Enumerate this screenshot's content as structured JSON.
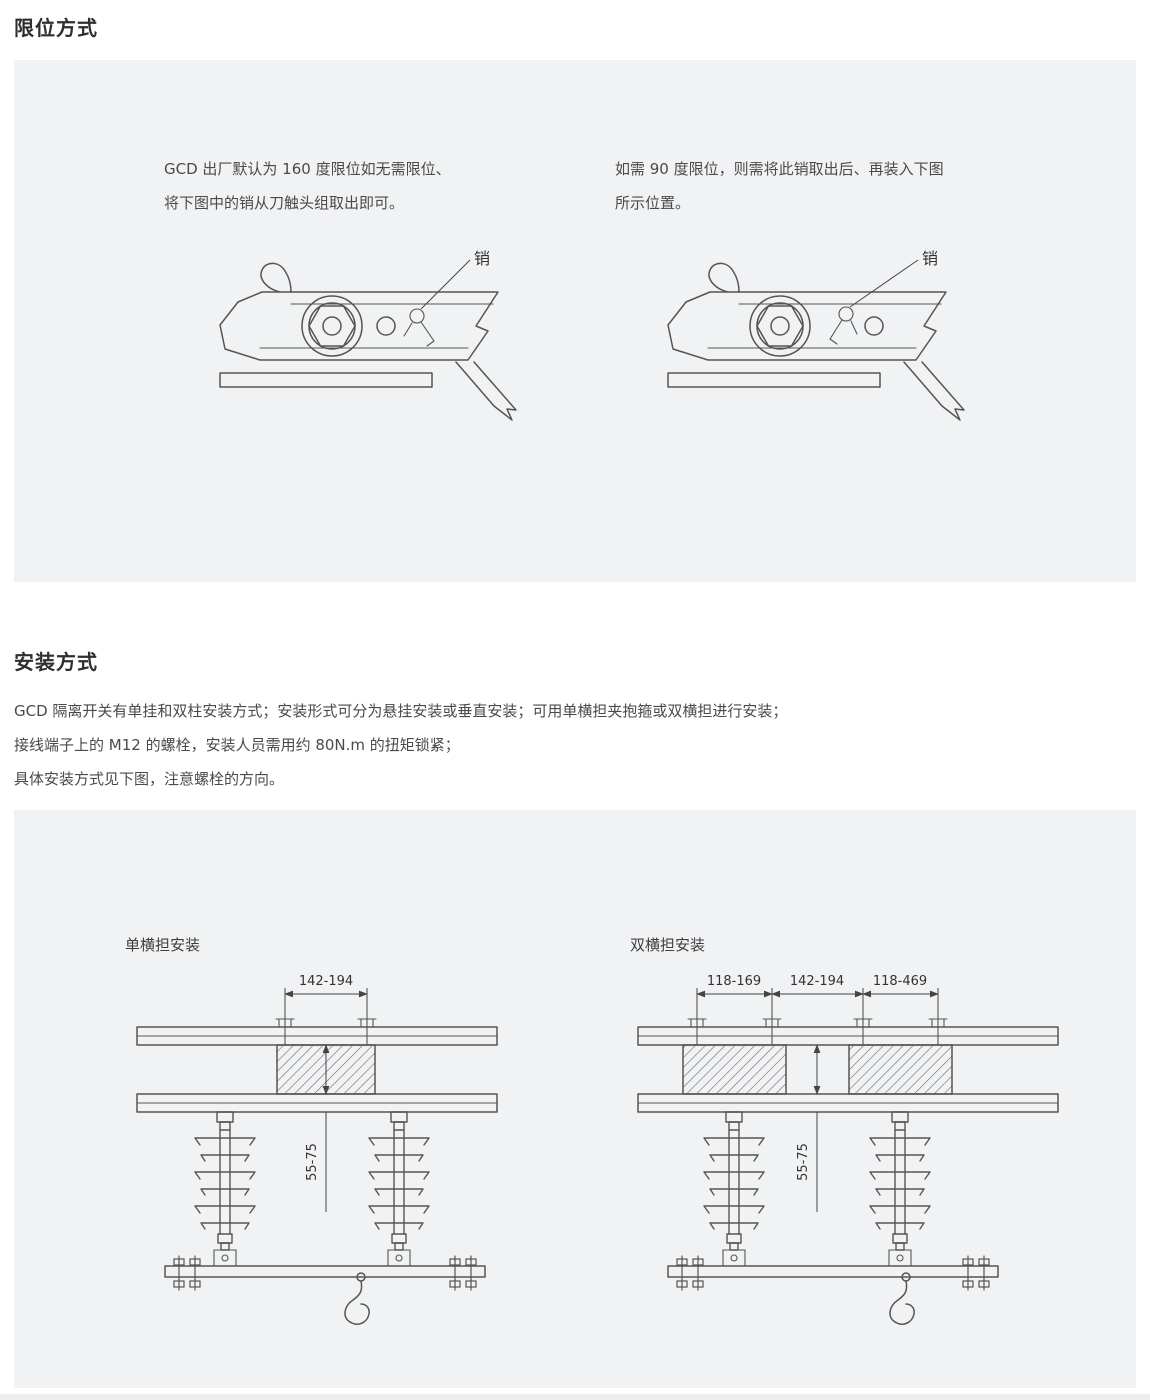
{
  "colors": {
    "panel_bg": "#f1f2f4",
    "heading": "#2f2f2f",
    "body_text": "#4a4a4a",
    "line": "#555555"
  },
  "limit_section": {
    "title": "限位方式",
    "left_note": {
      "line1": "GCD 出厂默认为 160 度限位如无需限位、",
      "line2": "将下图中的销从刀触头组取出即可。",
      "pin_label": "销"
    },
    "right_note": {
      "line1": "如需 90 度限位，则需将此销取出后、再装入下图",
      "line2": "所示位置。",
      "pin_label": "销"
    }
  },
  "install_section": {
    "title": "安装方式",
    "paragraph": [
      "GCD 隔离开关有单挂和双柱安装方式；安装形式可分为悬挂安装或垂直安装；可用单横担夹抱箍或双横担进行安装；",
      "接线端子上的 M12 的螺栓，安装人员需用约 80N.m 的扭矩锁紧；",
      "具体安装方式见下图，注意螺栓的方向。"
    ],
    "single_crossarm": {
      "title": "单横担安装",
      "dim_top": "142-194",
      "dim_side": "55-75"
    },
    "double_crossarm": {
      "title": "双横担安装",
      "dim_left": "118-169",
      "dim_mid": "142-194",
      "dim_right": "118-469",
      "dim_side": "55-75"
    }
  }
}
